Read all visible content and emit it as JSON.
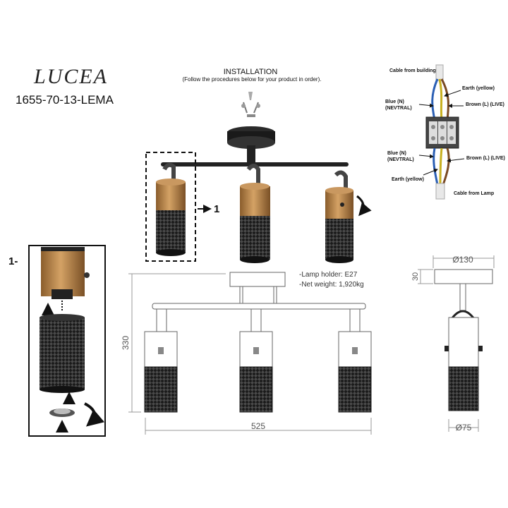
{
  "brand": "LUCEA",
  "model": "1655-70-13-LEMA",
  "installation": {
    "title": "INSTALLATION",
    "subtitle": "(Follow the procedures below for your product in order)."
  },
  "wiring": {
    "cable_from_building": "Cable from building",
    "earth_top": "Earth (yellow)",
    "blue_top_1": "Blue (N)",
    "blue_top_2": "(NEVTRAL)",
    "brown_top": "Brown (L) (LIVE)",
    "blue_bottom_1": "Blue (N)",
    "blue_bottom_2": "(NEVTRAL)",
    "brown_bottom": "Brown (L) (LIVE)",
    "earth_bottom": "Earth (yellow)",
    "cable_from_lamp": "Cable from Lamp"
  },
  "specs": {
    "lamp_holder": "-Lamp holder: E27",
    "net_weight": "-Net weight: 1,920kg"
  },
  "callout": {
    "label": "1",
    "step_label": "1-"
  },
  "dimensions": {
    "height": "330",
    "width": "525",
    "canopy_height": "30",
    "canopy_diameter": "Ø130",
    "shade_diameter": "Ø75"
  },
  "colors": {
    "brass": "#b8864e",
    "black": "#1a1a1a",
    "dim_line": "#888888"
  }
}
